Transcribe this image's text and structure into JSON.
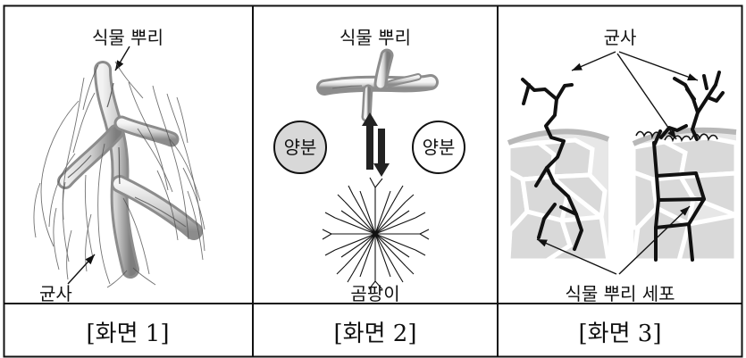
{
  "panels": [
    {
      "labels": {
        "top": "식물 뿌리",
        "bottom": "균사"
      },
      "caption": "[화면 1]"
    },
    {
      "labels": {
        "top": "식물 뿌리",
        "left_circle": "양분",
        "right_circle": "양분",
        "bottom": "곰팡이"
      },
      "caption": "[화면 2]"
    },
    {
      "labels": {
        "top": "균사",
        "bottom": "식물 뿌리 세포"
      },
      "caption": "[화면 3]"
    }
  ],
  "colors": {
    "border": "#111111",
    "left_circle_fill": "#d8d8d8",
    "right_circle_fill": "#ffffff",
    "cell_fill": "#e6e6e6",
    "cell_line": "#ffffff"
  }
}
